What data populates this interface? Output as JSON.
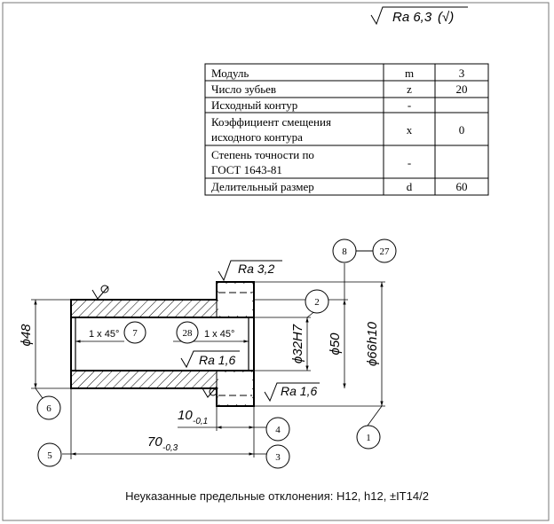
{
  "roughness_general": {
    "value": "Ra 6,3",
    "suffix": "(√)"
  },
  "params_table": {
    "rows": [
      {
        "name": "Модуль",
        "symbol": "m",
        "value": "3"
      },
      {
        "name": "Число зубьев",
        "symbol": "z",
        "value": "20"
      },
      {
        "name": "Исходный контур",
        "symbol": "-",
        "value": ""
      },
      {
        "name_lines": [
          "Коэффициент смещения",
          "исходного контура"
        ],
        "symbol": "x",
        "value": "0"
      },
      {
        "name_lines": [
          "Степень точности по",
          "ГОСТ 1643-81"
        ],
        "symbol": "-",
        "value": ""
      },
      {
        "name": "Делительный размер",
        "symbol": "d",
        "value": "60"
      }
    ]
  },
  "dimensions": {
    "d48": "ϕ48",
    "d32": "ϕ32H7",
    "d50": "ϕ50",
    "d66": "ϕ66h10",
    "len10": "10",
    "len10_tol": "-0,1",
    "len70": "70",
    "len70_tol": "-0,3",
    "chamfer_left": "1 x 45°",
    "chamfer_right": "1 x 45°"
  },
  "roughness_marks": {
    "top": "Ra 3,2",
    "bore": "Ra 1,6",
    "face": "Ra 1,6"
  },
  "callouts": [
    "1",
    "2",
    "3",
    "4",
    "5",
    "6",
    "7",
    "8",
    "27",
    "28"
  ],
  "note": "Неуказанные предельные отклонения: H12, h12, ±IT14/2"
}
